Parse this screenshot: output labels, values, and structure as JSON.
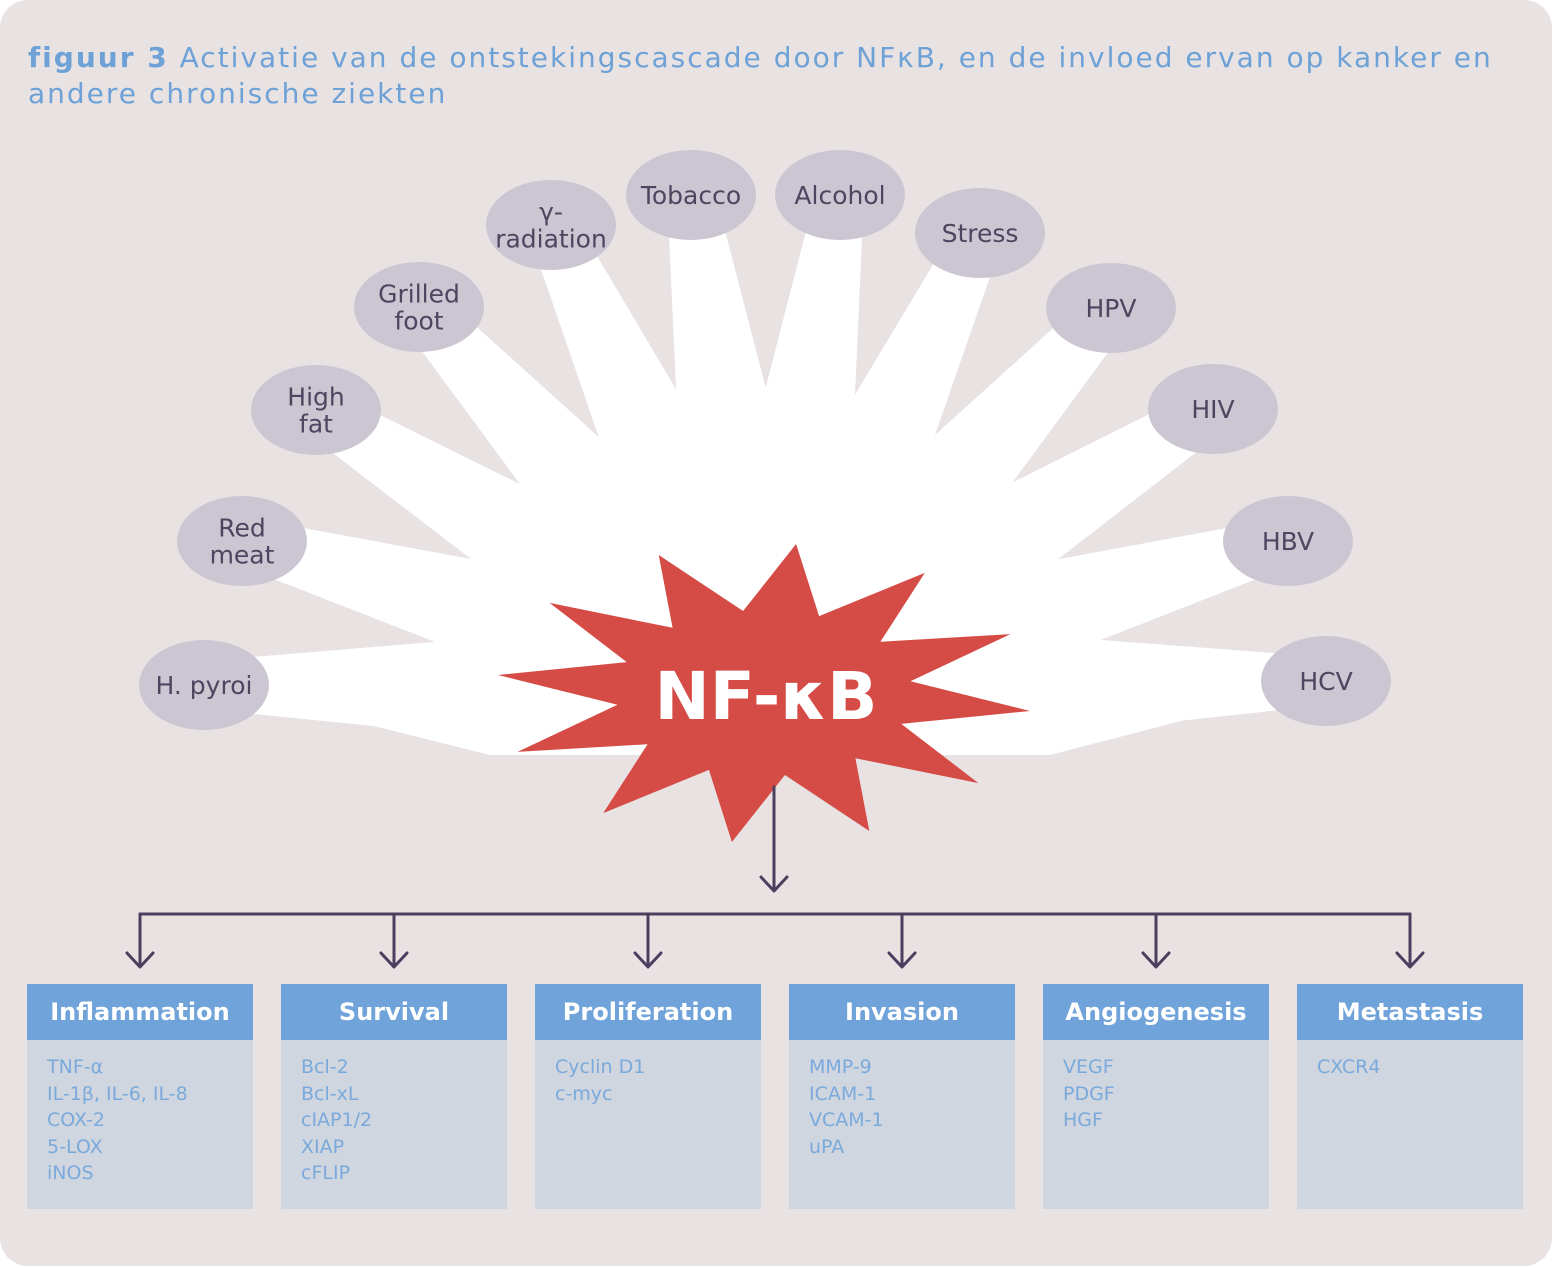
{
  "caption": {
    "label": "figuur 3",
    "text": "Activatie van de ontstekingscascade door NFκB, en de invloed ervan op kanker en andere chronische ziekten"
  },
  "center": {
    "label": "NF-κB",
    "color": "#d54b46"
  },
  "causes": [
    {
      "lines": [
        "H. pyroi"
      ]
    },
    {
      "lines": [
        "Red",
        "meat"
      ]
    },
    {
      "lines": [
        "High",
        "fat"
      ]
    },
    {
      "lines": [
        "Grilled",
        "foot"
      ]
    },
    {
      "lines": [
        "γ-",
        "radiation"
      ]
    },
    {
      "lines": [
        "Tobacco"
      ]
    },
    {
      "lines": [
        "Alcohol"
      ]
    },
    {
      "lines": [
        "Stress"
      ]
    },
    {
      "lines": [
        "HPV"
      ]
    },
    {
      "lines": [
        "HIV"
      ]
    },
    {
      "lines": [
        "HBV"
      ]
    },
    {
      "lines": [
        "HCV"
      ]
    }
  ],
  "outcomes": [
    {
      "title": "Inflammation",
      "items": [
        "TNF-α",
        "IL-1β, IL-6, IL-8",
        "COX-2",
        "5-LOX",
        "iNOS"
      ]
    },
    {
      "title": "Survival",
      "items": [
        "Bcl-2",
        "Bcl-xL",
        "cIAP1/2",
        "XIAP",
        "cFLIP"
      ]
    },
    {
      "title": "Proliferation",
      "items": [
        "Cyclin D1",
        "c-myc"
      ]
    },
    {
      "title": "Invasion",
      "items": [
        "MMP-9",
        "ICAM-1",
        "VCAM-1",
        "uPA"
      ]
    },
    {
      "title": "Angiogenesis",
      "items": [
        "VEGF",
        "PDGF",
        "HGF"
      ]
    },
    {
      "title": "Metastasis",
      "items": [
        "CXCR4"
      ]
    }
  ],
  "colors": {
    "background": "#e8e2e3",
    "caption": "#6ea2d6",
    "node": "#cbc6d2",
    "node_text": "#4e4560",
    "rays": "#ffffff",
    "arrows": "#4a3f5e",
    "box_header": "#6fa3d9",
    "box_body": "#cfd6df",
    "box_text": "#7aa9dc"
  }
}
